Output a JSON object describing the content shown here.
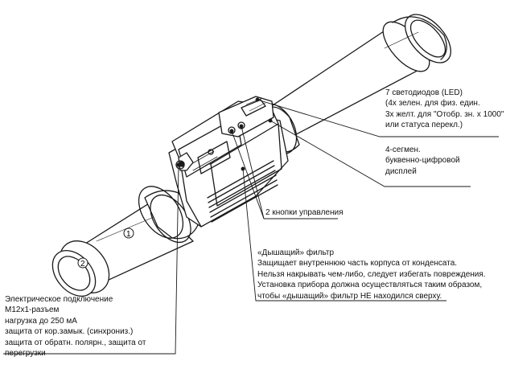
{
  "callouts": {
    "leds": {
      "lines": [
        "7 светодиодов (LED)",
        "(4x зелен. для физ. един.",
        "3x желт. для \"Отобр. зн. x 1000\"",
        "или статуса перекл.)"
      ]
    },
    "display": {
      "lines": [
        "4-сегмен.",
        "буквенно-цифровой",
        "дисплей"
      ]
    },
    "buttons": {
      "lines": [
        "2 кнопки управления"
      ]
    },
    "filter": {
      "lines": [
        "«Дышащий» фильтр",
        "Защищает внутреннюю часть корпуса от конденсата.",
        "Нельзя накрывать чем-либо, следует избегать повреждения.",
        "Установка прибора должна осуществляться таким образом,",
        "чтобы «дышащий» фильтр НЕ находился сверху."
      ]
    },
    "connection": {
      "lines": [
        "Электрическое подключение",
        "M12x1-разъем",
        "нагрузка до 250 мА",
        "защита от кор.замык. (синхрониз.)",
        "защита от обратн. полярн., защита от",
        "перегрузки"
      ]
    }
  },
  "markers": {
    "pipe_marker_1": "1",
    "pipe_marker_2": "2"
  },
  "colors": {
    "line": "#1a1a1a",
    "background": "#ffffff"
  }
}
